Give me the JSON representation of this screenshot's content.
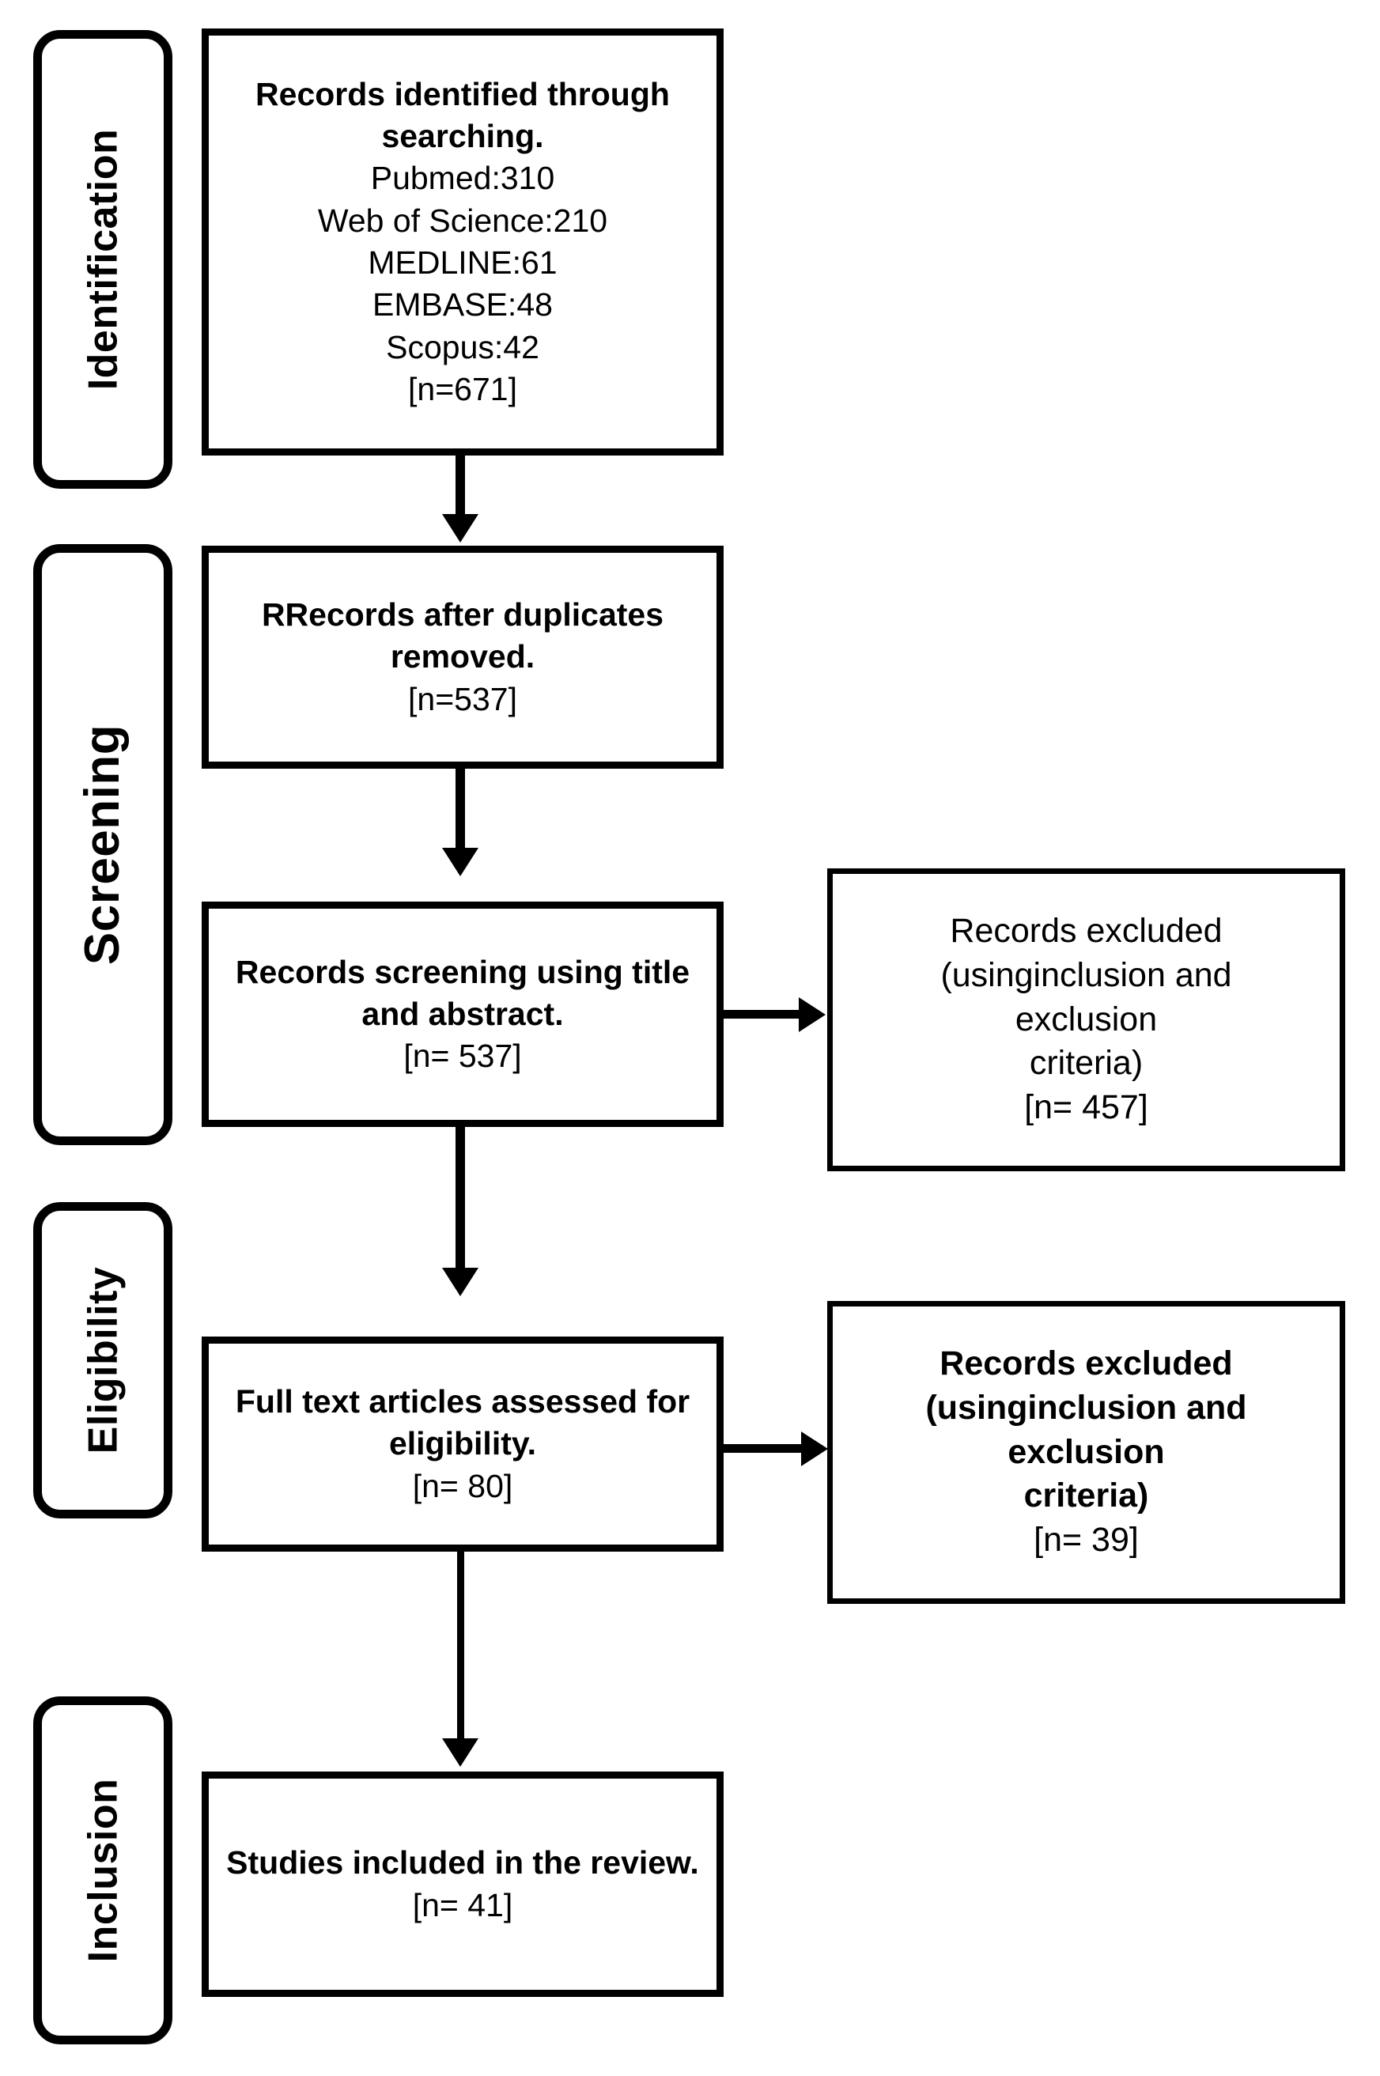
{
  "diagram": {
    "type": "PRISMA flow diagram",
    "stages": [
      {
        "id": "identification",
        "label": "Identification"
      },
      {
        "id": "screening",
        "label": "Screening"
      },
      {
        "id": "eligibility",
        "label": "Eligibility"
      },
      {
        "id": "inclusion",
        "label": "Inclusion"
      }
    ],
    "boxes": {
      "identified": {
        "title": "Records identified through searching.",
        "lines": [
          "Pubmed:310",
          "Web of Science:210",
          "MEDLINE:61",
          "EMBASE:48",
          "Scopus:42"
        ],
        "count": "[n=671]"
      },
      "duplicates_removed": {
        "title": "RRecords after duplicates removed.",
        "count": "[n=537]"
      },
      "screened": {
        "title": "Records screening using title and abstract.",
        "count": "[n= 537]"
      },
      "fulltext": {
        "title": "Full text articles assessed for eligibility.",
        "count": "[n= 80]"
      },
      "included": {
        "title": "Studies included in the review.",
        "count": "[n= 41]"
      },
      "excluded_screening": {
        "line1": "Records excluded",
        "line2": "(usinginclusion and",
        "line3": "exclusion",
        "line4": "criteria)",
        "count": "[n= 457]"
      },
      "excluded_eligibility": {
        "line1": "Records excluded",
        "line2": "(usinginclusion and",
        "line3": "exclusion",
        "line4": "criteria)",
        "count": "[n= 39]"
      }
    },
    "colors": {
      "stroke": "#000000",
      "fill": "#ffffff",
      "text": "#000000"
    }
  }
}
